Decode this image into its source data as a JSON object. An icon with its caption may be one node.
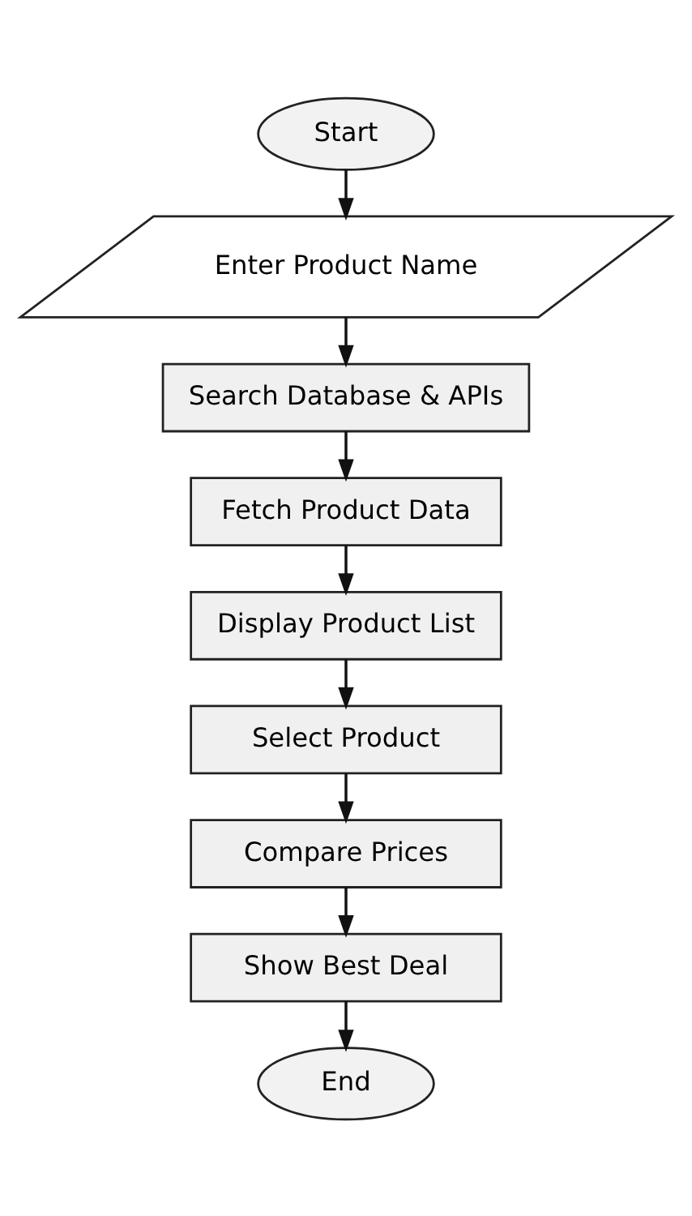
{
  "diagram": {
    "nodes": [
      {
        "text": [
          "Start"
        ]
      },
      {
        "text": [
          "Enter Product Name"
        ]
      },
      {
        "text": [
          "Search Database & APIs"
        ]
      },
      {
        "text": [
          "Fetch Product Data"
        ]
      },
      {
        "text": [
          "Display Product List"
        ]
      },
      {
        "text": [
          "Select Product"
        ]
      },
      {
        "text": [
          "Compare Prices"
        ]
      },
      {
        "text": [
          "Show Best Deal"
        ]
      },
      {
        "text": [
          "End"
        ]
      }
    ],
    "edges": [
      {
        "from": 0,
        "to": 1,
        "arrow": "to"
      },
      {
        "from": 1,
        "to": 2,
        "arrow": "to"
      },
      {
        "from": 2,
        "to": 3,
        "arrow": "to"
      },
      {
        "from": 3,
        "to": 4,
        "arrow": "to"
      },
      {
        "from": 4,
        "to": 5,
        "arrow": "to"
      },
      {
        "from": 5,
        "to": 6,
        "arrow": "to"
      },
      {
        "from": 6,
        "to": 7,
        "arrow": "to"
      },
      {
        "from": 7,
        "to": 8,
        "arrow": "to"
      }
    ]
  }
}
